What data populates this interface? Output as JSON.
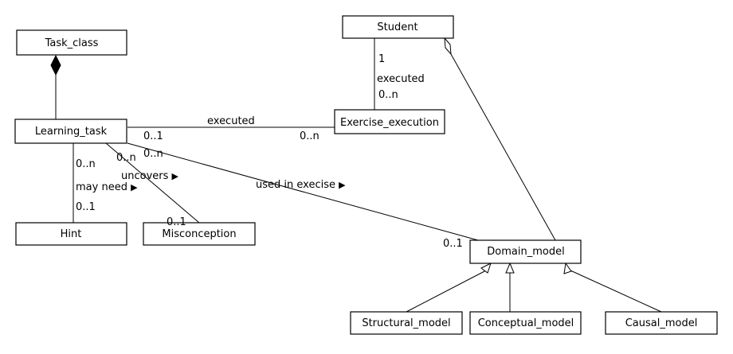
{
  "classes": {
    "task_class": "Task_class",
    "student": "Student",
    "learning_task": "Learning_task",
    "exercise_execution": "Exercise_execution",
    "hint": "Hint",
    "misconception": "Misconception",
    "domain_model": "Domain_model",
    "structural_model": "Structural_model",
    "conceptual_model": "Conceptual_model",
    "causal_model": "Causal_model"
  },
  "associations": {
    "student_exec": {
      "label": "executed",
      "mult_student": "1",
      "mult_exec": "0..n"
    },
    "task_exec": {
      "label": "executed",
      "mult_task": "0..1",
      "mult_exec": "0..n"
    },
    "hint": {
      "label": "may need",
      "arrow": "▶",
      "mult_task": "0..n",
      "mult_hint": "0..1"
    },
    "misconception": {
      "label": "uncovers",
      "arrow": "▶",
      "mult_task": "0..n",
      "mult_misc": "0..1"
    },
    "domain": {
      "label": "used in execise",
      "arrow": "▶",
      "mult_task": "0..n",
      "mult_domain": "0..1"
    }
  }
}
